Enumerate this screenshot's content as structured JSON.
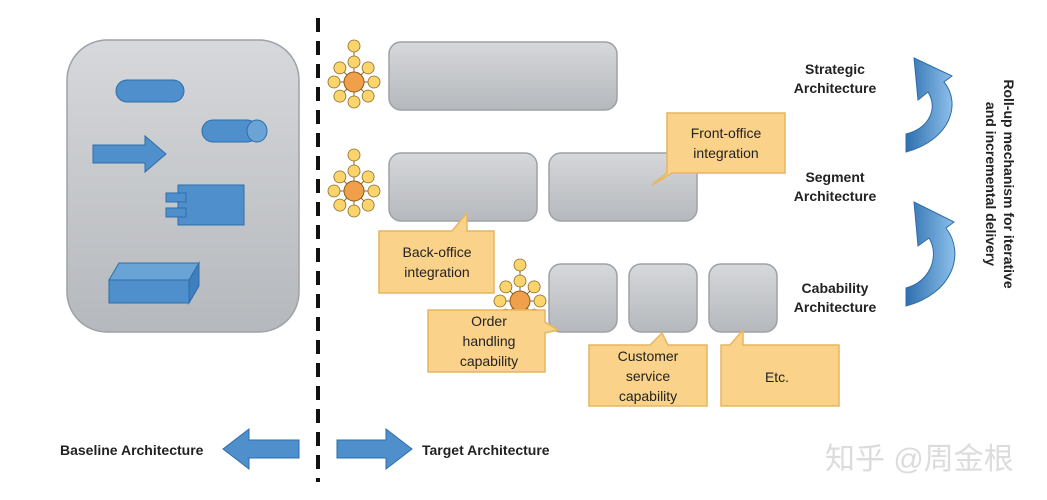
{
  "baseline_label": "Baseline Architecture",
  "target_label": "Target Architecture",
  "levels": {
    "strategic": [
      "Strategic",
      "Architecture"
    ],
    "segment": [
      "Segment",
      "Architecture"
    ],
    "capability": [
      "Cabability",
      "Architecture"
    ]
  },
  "rollup_label": [
    "Roll-up mechanism for iterative",
    "and incremental delivery"
  ],
  "callouts": {
    "front_office": [
      "Front-office",
      "integration"
    ],
    "back_office": [
      "Back-office",
      "integration"
    ],
    "order_handling": [
      "Order",
      "handling",
      "capability"
    ],
    "customer_service": [
      "Customer",
      "service",
      "capability"
    ],
    "etc": [
      "Etc."
    ]
  },
  "watermark": "知乎 @周金根",
  "colors": {
    "blue_shape": "#4f8fcb",
    "grey_box": "#c9cbce",
    "callout": "#fbd28a",
    "callout_border": "#e6b661",
    "node_center": "#f0a04b",
    "node_outer": "#fbd46b"
  }
}
